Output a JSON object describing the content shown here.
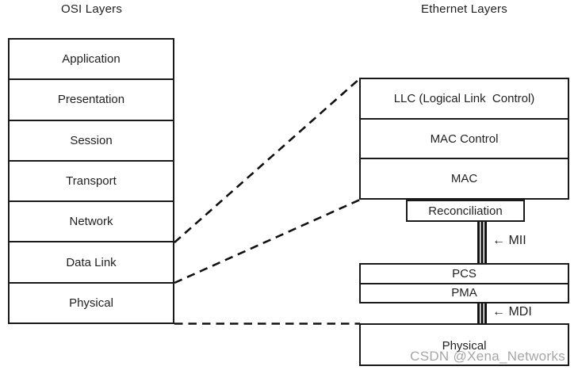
{
  "titles": {
    "left": "OSI Layers",
    "right": "Ethernet Layers"
  },
  "osi_layers": [
    "Application",
    "Presentation",
    "Session",
    "Transport",
    "Network",
    "Data Link",
    "Physical"
  ],
  "ethernet": {
    "upper_rows": [
      "LLC (Logical Link  Control)",
      "MAC Control",
      "MAC"
    ],
    "reconciliation": "Reconciliation",
    "mii_label": "← MII",
    "phy_sublayer_rows": [
      "PCS",
      "PMA"
    ],
    "mdi_label": "← MDI",
    "physical": "Physical"
  },
  "watermark": "CSDN @Xena_Networks",
  "colors": {
    "line": "#1a1a1a",
    "text": "#1f1f1f",
    "watermark": "#a6a6a6",
    "background": "#ffffff"
  }
}
